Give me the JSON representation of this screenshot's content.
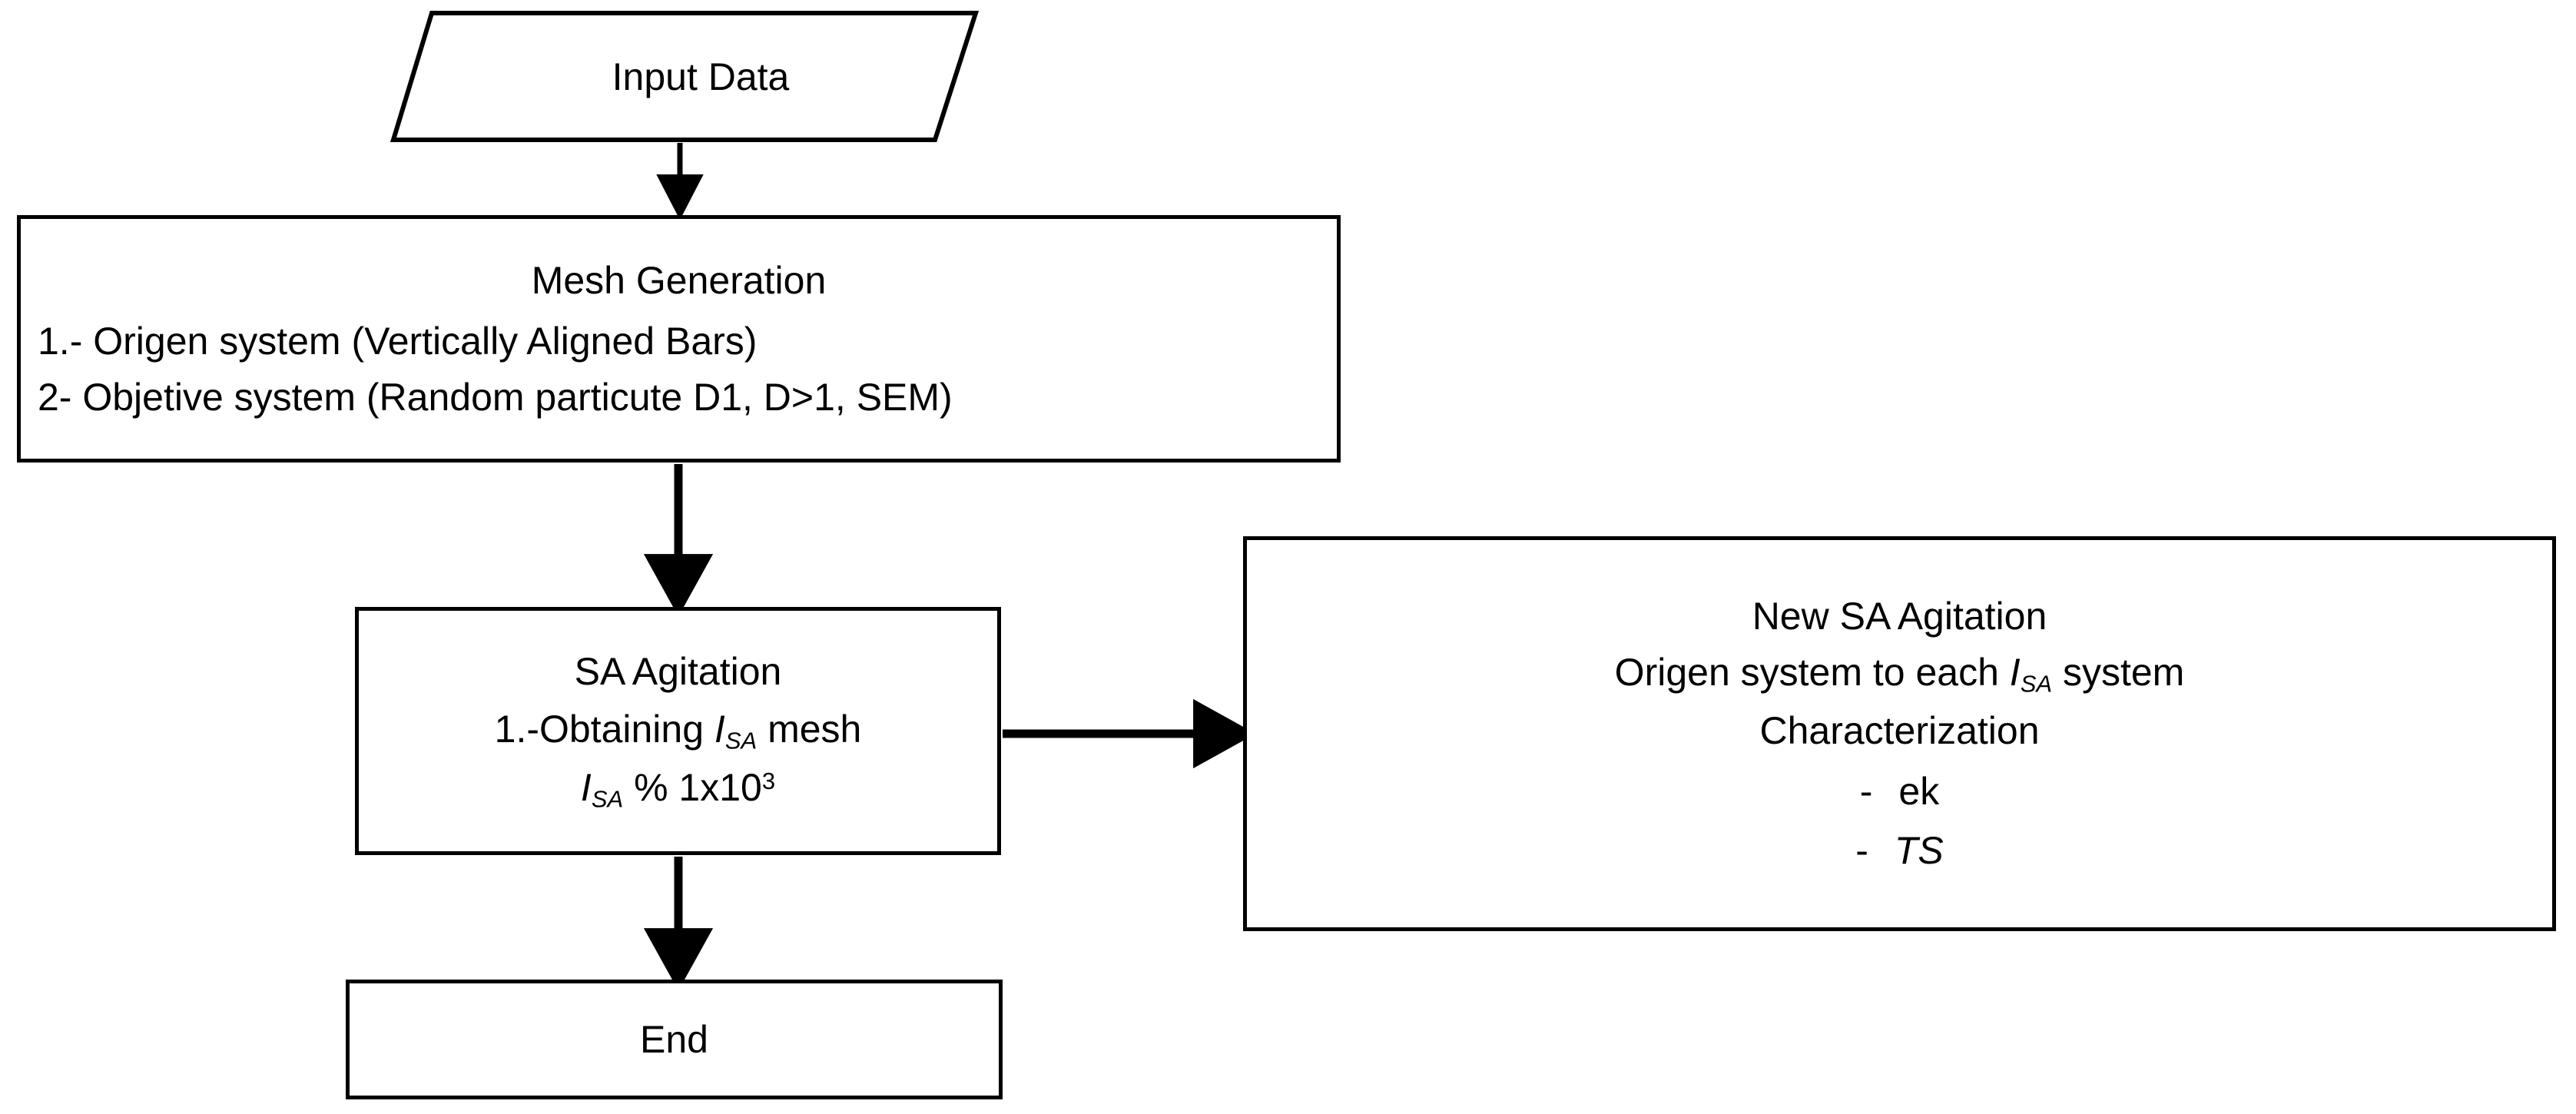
{
  "diagram": {
    "title": "Simulated Annealing Workflow Flowchart",
    "background_color": "#ffffff",
    "stroke_color": "#000000",
    "nodes": {
      "input_data": {
        "shape": "parallelogram",
        "label": "Input Data"
      },
      "mesh_generation": {
        "shape": "rectangle",
        "heading": "Mesh Generation",
        "line1": "1.- Origen system (Vertically Aligned Bars)",
        "line2": "2- Objetive system (Random particute D1, D>1, SEM)"
      },
      "sa_agitation": {
        "shape": "rectangle",
        "heading": "SA Agitation",
        "line1_prefix": "1.-Obtaining ",
        "line1_var": "I",
        "line1_var_sub": "SA",
        "line1_suffix": " mesh",
        "line2_var": "I",
        "line2_var_sub": "SA",
        "line2_text": " % 1x10",
        "line2_exp": "3"
      },
      "new_sa_agitation": {
        "shape": "rectangle",
        "heading": "New SA Agitation",
        "line1_prefix": "Origen system to each ",
        "line1_var": "I",
        "line1_var_sub": "SA",
        "line1_suffix": " system",
        "line2": "Characterization",
        "bullet_dash": "-",
        "bullet1": "ek",
        "bullet2": "TS"
      },
      "end": {
        "shape": "rectangle",
        "label": "End"
      }
    },
    "edges": [
      {
        "name": "input-to-mesh",
        "from": "input_data",
        "to": "mesh_generation",
        "direction": "down",
        "label": ""
      },
      {
        "name": "mesh-to-sa",
        "from": "mesh_generation",
        "to": "sa_agitation",
        "direction": "down",
        "label": ""
      },
      {
        "name": "sa-to-new-sa",
        "from": "sa_agitation",
        "to": "new_sa_agitation",
        "direction": "right",
        "label": ""
      },
      {
        "name": "sa-to-end",
        "from": "sa_agitation",
        "to": "end",
        "direction": "down",
        "label": ""
      }
    ]
  }
}
